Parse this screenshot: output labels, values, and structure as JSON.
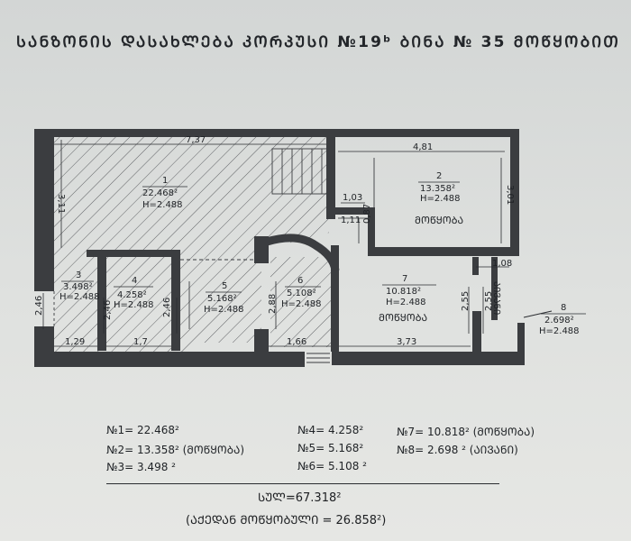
{
  "title": "ᲡᲐᲜᲖᲝᲜᲘᲡ ᲓᲐᲡᲐᲮᲚᲔᲑᲐ ᲙᲝᲠᲞᲣᲡᲘ №19ᵇ ᲑᲘᲜᲐ № 35 ᲛᲝᲬᲧᲝᲑᲘᲗ",
  "dimensions": {
    "top_left": "7,37",
    "top_right": "4,81",
    "left_side": "3,11",
    "right_side": "3,01",
    "mid_103": "1,03",
    "mid_111": "1,11",
    "mid_087": "0,87",
    "right_108": "1,08",
    "bottom_129": "1,29",
    "bottom_17": "1,7",
    "bottom_166": "1,66",
    "bottom_373": "3,73",
    "vert_246": "2,46",
    "vert_246b": "2,46",
    "vert_246c": "2,46",
    "vert_288": "2,88",
    "vert_255": "2,55",
    "vert_255b": "2,55"
  },
  "rooms": [
    {
      "num": "1",
      "area": "22.468²",
      "height": "H=2.488"
    },
    {
      "num": "2",
      "area": "13.358²",
      "height": "H=2.488",
      "label": "ᲛᲝᲬᲧᲝᲑᲐ"
    },
    {
      "num": "3",
      "area": "3.498²",
      "height": "H=2.488"
    },
    {
      "num": "4",
      "area": "4.258²",
      "height": "H=2.488"
    },
    {
      "num": "5",
      "area": "5.168²",
      "height": "H=2.488"
    },
    {
      "num": "6",
      "area": "5.108²",
      "height": "H=2.488"
    },
    {
      "num": "7",
      "area": "10.818²",
      "height": "H=2.488",
      "label": "ᲛᲝᲬᲧᲝᲑᲐ"
    },
    {
      "num": "8",
      "area": "2.698²",
      "height": "H=2.488",
      "label": "ᲐᲘᲕᲐᲜᲘ"
    }
  ],
  "summary": {
    "n1": "№1= 22.468²",
    "n2": "№2= 13.358² (ᲛᲝᲬᲧᲝᲑᲐ)",
    "n3": "№3= 3.498 ²",
    "n4": "№4= 4.258²",
    "n5": "№5= 5.168²",
    "n6": "№6= 5.108 ²",
    "n7": "№7= 10.818² (ᲛᲝᲬᲧᲝᲑᲐ)",
    "n8": "№8= 2.698 ² (ᲐᲘᲕᲐᲜᲘ)",
    "total": "ᲡᲣᲚ=67.318²",
    "useful": "(ᲐᲥᲔᲓᲐᲜ ᲛᲝᲬᲧᲝᲑᲣᲚᲘ = 26.858²)"
  },
  "colors": {
    "wall": "#3b3d40",
    "line": "#2a2c30",
    "hatch": "#4a4c50"
  }
}
